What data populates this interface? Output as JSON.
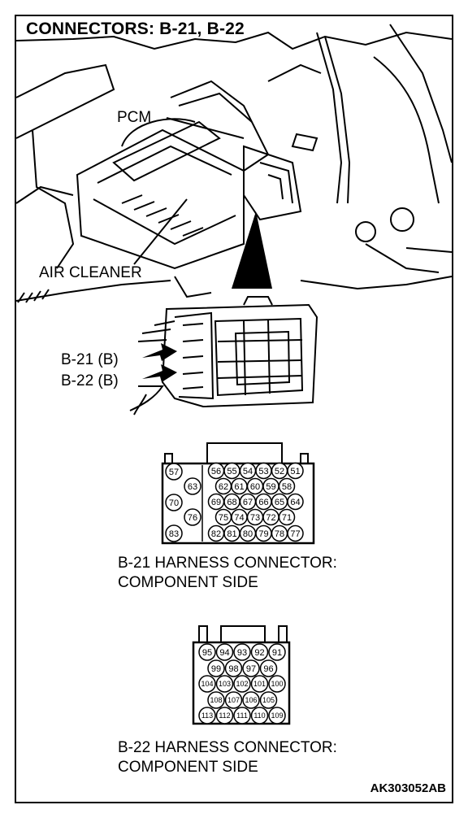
{
  "title": "CONNECTORS: B-21, B-22",
  "labels": {
    "pcm": "PCM",
    "air_cleaner": "AIR CLEANER",
    "b21": "B-21 (B)",
    "b22": "B-22 (B)"
  },
  "connector_b21": {
    "caption_line1": "B-21 HARNESS CONNECTOR:",
    "caption_line2": "COMPONENT SIDE",
    "left_pins": [
      "57",
      "63",
      "70",
      "76",
      "83"
    ],
    "rows": [
      [
        "56",
        "55",
        "54",
        "53",
        "52",
        "51"
      ],
      [
        "62",
        "61",
        "60",
        "59",
        "58"
      ],
      [
        "69",
        "68",
        "67",
        "66",
        "65",
        "64"
      ],
      [
        "75",
        "74",
        "73",
        "72",
        "71"
      ],
      [
        "82",
        "81",
        "80",
        "79",
        "78",
        "77"
      ]
    ]
  },
  "connector_b22": {
    "caption_line1": "B-22 HARNESS CONNECTOR:",
    "caption_line2": "COMPONENT SIDE",
    "rows": [
      [
        "95",
        "94",
        "93",
        "92",
        "91"
      ],
      [
        "99",
        "98",
        "97",
        "96"
      ],
      [
        "104",
        "103",
        "102",
        "101",
        "100"
      ],
      [
        "108",
        "107",
        "106",
        "105"
      ],
      [
        "113",
        "112",
        "111",
        "110",
        "109"
      ]
    ]
  },
  "figure_code": "AK303052AB"
}
